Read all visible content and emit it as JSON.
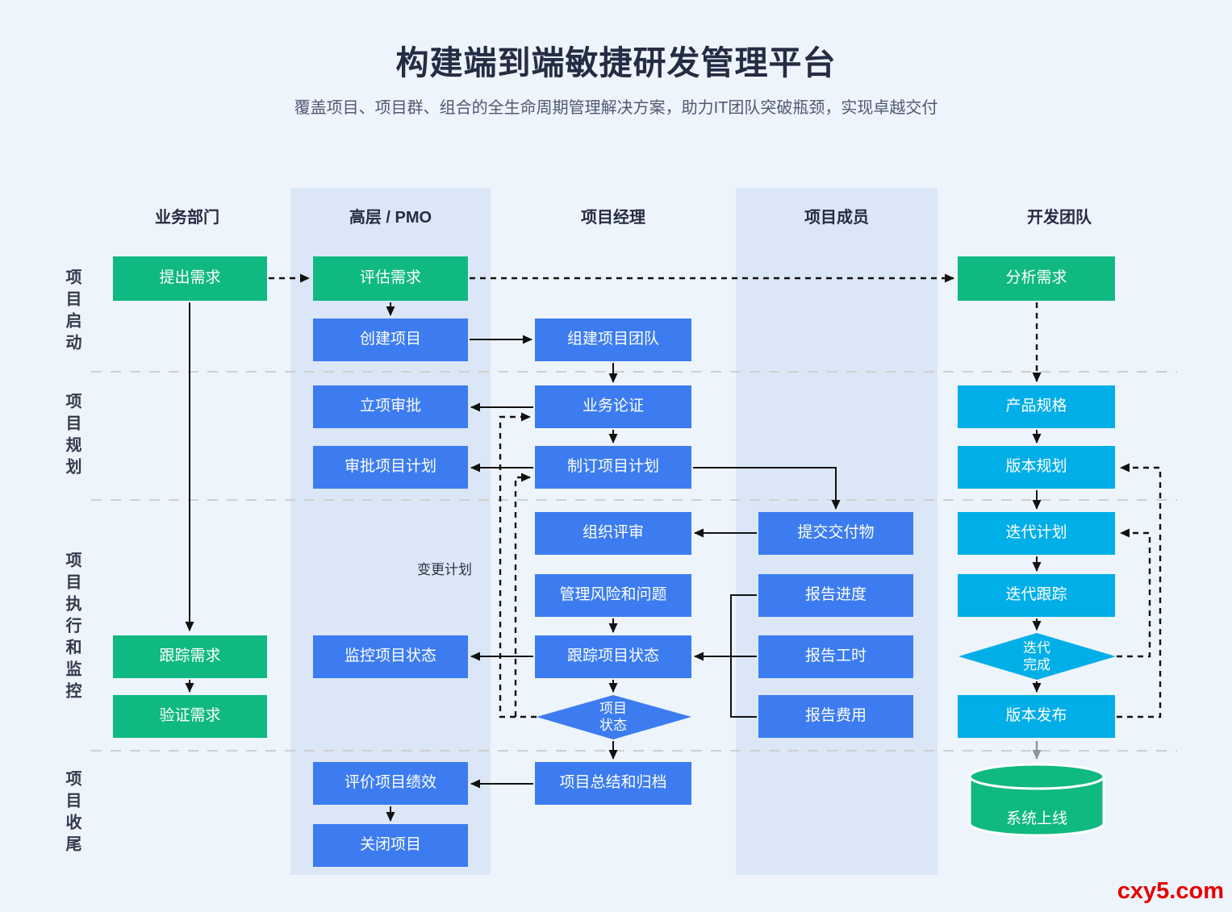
{
  "header": {
    "title": "构建端到端敏捷研发管理平台",
    "subtitle": "覆盖项目、项目群、组合的全生命周期管理解决方案，助力IT团队突破瓶颈，实现卓越交付"
  },
  "columns": {
    "business": "业务部门",
    "pmo": "高层 / PMO",
    "pm": "项目经理",
    "members": "项目成员",
    "dev": "开发团队"
  },
  "phases": {
    "initiation": "项目启动",
    "planning": "项目规划",
    "execution": "项目执行和监控",
    "closing": "项目收尾"
  },
  "nodes": {
    "propose_requirement": "提出需求",
    "evaluate_requirement": "评估需求",
    "analyze_requirement": "分析需求",
    "create_project": "创建项目",
    "build_project_team": "组建项目团队",
    "project_approval": "立项审批",
    "business_justification": "业务论证",
    "product_spec": "产品规格",
    "approve_project_plan": "审批项目计划",
    "make_project_plan": "制订项目计划",
    "release_planning": "版本规划",
    "organize_review": "组织评审",
    "submit_deliverables": "提交交付物",
    "iteration_planning": "迭代计划",
    "manage_risks_issues": "管理风险和问题",
    "report_progress": "报告进度",
    "iteration_tracking": "迭代跟踪",
    "track_requirement": "跟踪需求",
    "monitor_project_status": "监控项目状态",
    "track_project_status": "跟踪项目状态",
    "report_hours": "报告工时",
    "verify_requirement": "验证需求",
    "report_cost": "报告费用",
    "release_version": "版本发布",
    "evaluate_performance": "评价项目绩效",
    "project_summary_archive": "项目总结和归档",
    "close_project": "关闭项目",
    "system_online": "系统上线",
    "project_status_line1": "项目",
    "project_status_line2": "状态",
    "iteration_done_line1": "迭代",
    "iteration_done_line2": "完成"
  },
  "annotations": {
    "change_plan": "变更计划"
  },
  "watermark": "cxy5.com",
  "colors": {
    "green": "#10b981",
    "blue": "#3c7cf0",
    "cyan": "#00aee8",
    "band": "#dbe7f6",
    "background": "#eef4fb",
    "watermark_red": "#e60202"
  }
}
